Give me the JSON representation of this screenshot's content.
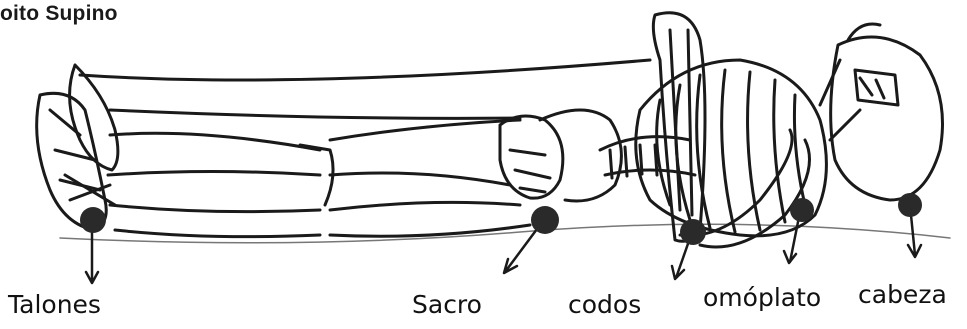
{
  "title": "oito Supino",
  "labels": {
    "talones": "Talones",
    "sacro": "Sacro",
    "codos": "codos",
    "omoplato": "omóplato",
    "cabeza": "cabeza"
  },
  "colors": {
    "ink": "#1a1a1a",
    "pressure": "#2a2a2a"
  }
}
